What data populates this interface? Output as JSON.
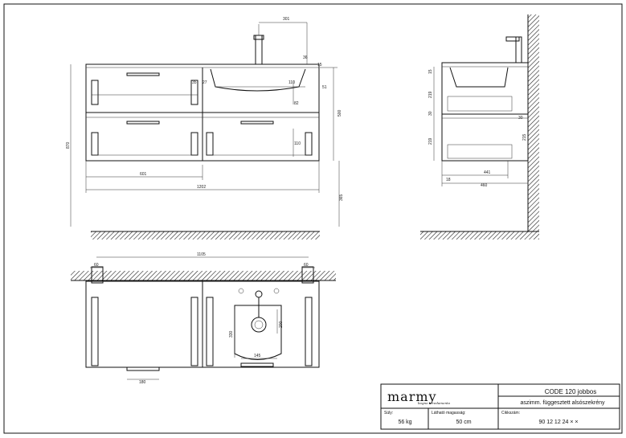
{
  "front_view": {
    "dims": {
      "faucet_offset": "301",
      "tap_hole_offset": "36",
      "basin_depth": "15",
      "inner_height_a": "110",
      "inner_height_b": "110",
      "drawer_gap": "82",
      "right_mark": "51",
      "right_small": "27",
      "left_small": "35",
      "total_height": "870",
      "cabinet_height": "500",
      "floor_gap": "365",
      "half_width": "601",
      "total_width": "1202"
    }
  },
  "side_view": {
    "dims": {
      "top_thickness": "15",
      "upper_drawer": "219",
      "gap": "30",
      "lower_drawer": "219",
      "inner_small": "30",
      "inner_depth": "215",
      "base_small": "18",
      "depth_inner": "441",
      "depth_total": "460"
    }
  },
  "top_view": {
    "dims": {
      "total_width": "1105",
      "left_bracket": "60",
      "right_bracket": "60",
      "basin_depth": "200",
      "basin_inner": "330",
      "basin_width": "145",
      "handle_width": "180"
    }
  },
  "title_block": {
    "brand": "marmy",
    "brand_tagline": "bogno arredamento",
    "product_name": "CODE 120 jobbos",
    "product_desc": "aszimm. függesztett alsószekrény",
    "weight_label": "Súly:",
    "weight_value": "56 kg",
    "visible_height_label": "Látható magasság:",
    "visible_height_value": "50 cm",
    "article_label": "Cikkszám:",
    "article_value": "90 12 12 24 × ×"
  }
}
